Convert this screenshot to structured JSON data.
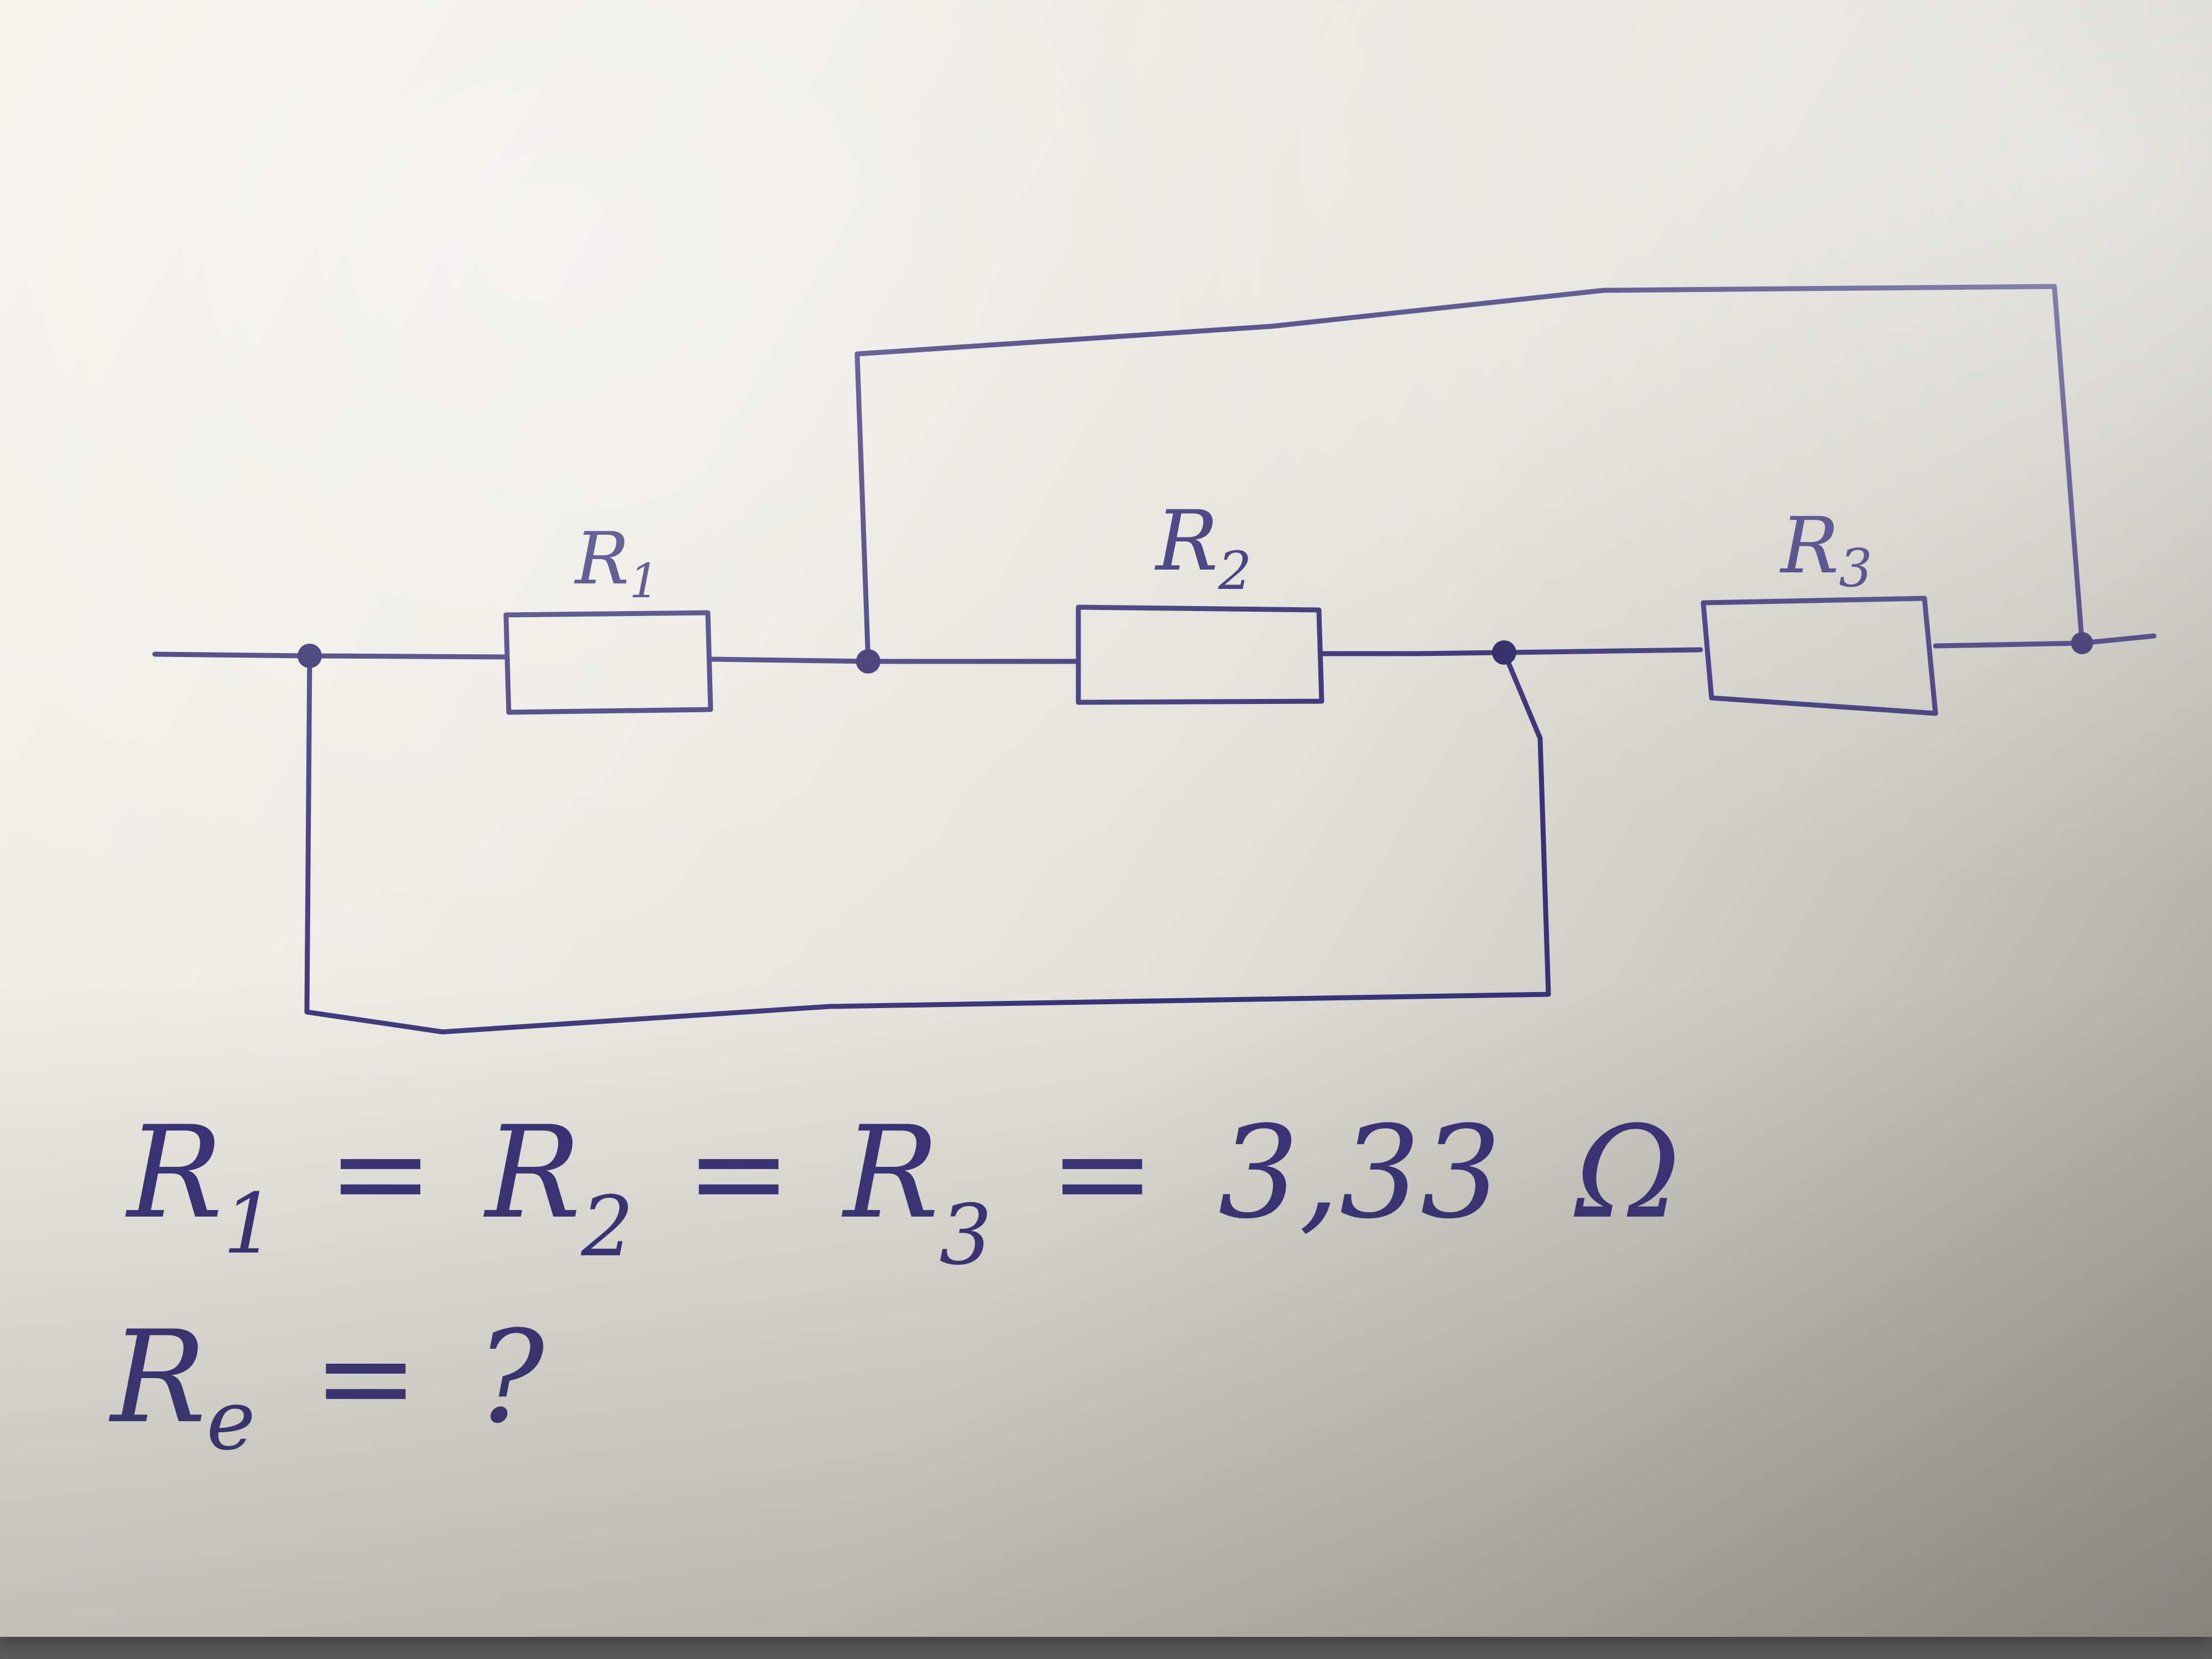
{
  "resistors": [
    {
      "id": "R1",
      "label": "R",
      "subscript": "1"
    },
    {
      "id": "R2",
      "label": "R",
      "subscript": "2"
    },
    {
      "id": "R3",
      "label": "R",
      "subscript": "3"
    }
  ],
  "equation": {
    "r1": "R",
    "r1_sub": "1",
    "eq1": "=",
    "r2": "R",
    "r2_sub": "2",
    "eq2": "=",
    "r3": "R",
    "r3_sub": "3",
    "eq3": "=",
    "value": "3,33",
    "unit": "Ω"
  },
  "question": {
    "symbol": "R",
    "subscript": "e",
    "eq": "=",
    "mark": "?"
  },
  "colors": {
    "ink": "#3a3278",
    "paper": "#ecebe3"
  }
}
